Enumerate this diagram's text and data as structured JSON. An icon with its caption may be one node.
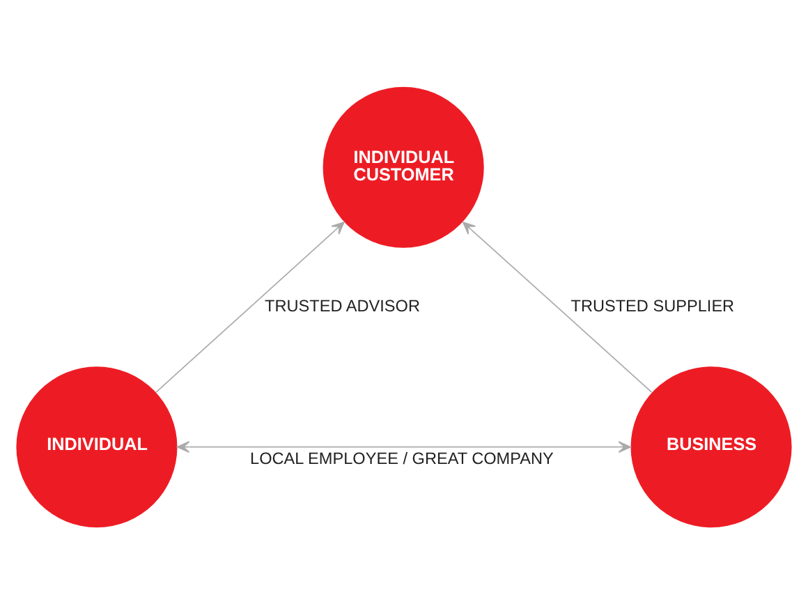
{
  "diagram": {
    "nodes": [
      {
        "text": [
          "INDIVIDUAL CUSTOMER"
        ]
      },
      {
        "text": [
          "INDIVIDUAL"
        ]
      },
      {
        "text": [
          "BUSINESS"
        ]
      }
    ],
    "edges": [
      {
        "from": 1,
        "to": 0,
        "arrow": "to",
        "label": "TRUSTED ADVISOR"
      },
      {
        "from": 2,
        "to": 0,
        "arrow": "to",
        "label": "TRUSTED SUPPLIER"
      },
      {
        "from": 1,
        "to": 2,
        "arrow": "both",
        "label": "LOCAL EMPLOYEE / GREAT COMPANY"
      }
    ]
  }
}
